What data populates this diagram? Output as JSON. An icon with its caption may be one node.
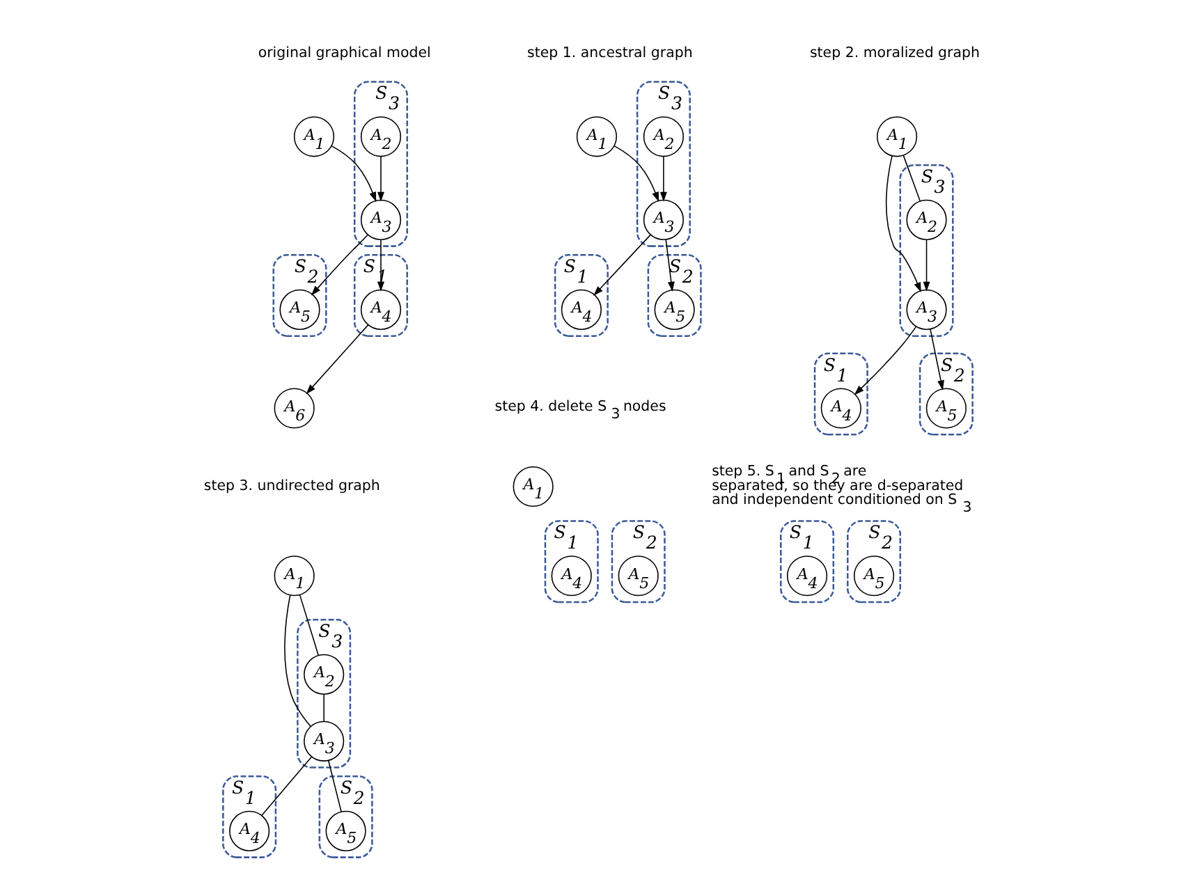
{
  "diagram": {
    "nodes": [
      {
        "text": [
          "A$_{1}$"
        ]
      },
      {
        "text": [
          "S$_{3}$"
        ]
      },
      {
        "text": [
          "A$_{2}$"
        ],
        "in": 1
      },
      {
        "text": [
          "A$_{3}$"
        ],
        "in": 1
      },
      {
        "text": [
          "S$_{1}$"
        ]
      },
      {
        "text": [
          "A$_{4}$"
        ],
        "in": 4
      },
      {
        "text": [
          "S$_{2}$"
        ]
      },
      {
        "text": [
          "A$_{5}$"
        ],
        "in": 6
      },
      {
        "text": [
          "A$_{6}$"
        ]
      },
      {
        "text": [
          "A$_{1}$"
        ]
      },
      {
        "text": [
          "S$_{3}$"
        ]
      },
      {
        "text": [
          "A$_{2}$"
        ],
        "in": 10
      },
      {
        "text": [
          "A$_{3}$"
        ],
        "in": 10
      },
      {
        "text": [
          "S$_{1}$"
        ]
      },
      {
        "text": [
          "A$_{4}$"
        ],
        "in": 13
      },
      {
        "text": [
          "S$_{2}$"
        ]
      },
      {
        "text": [
          "A$_{5}$"
        ],
        "in": 15
      },
      {
        "text": [
          "A$_{1}$"
        ]
      },
      {
        "text": [
          "S$_{3}$"
        ]
      },
      {
        "text": [
          "A$_{2}$"
        ],
        "in": 18
      },
      {
        "text": [
          "A$_{3}$"
        ],
        "in": 18
      },
      {
        "text": [
          "S$_{1}$"
        ]
      },
      {
        "text": [
          "A$_{4}$"
        ],
        "in": 21
      },
      {
        "text": [
          "S$_{2}$"
        ]
      },
      {
        "text": [
          "A$_{5}$"
        ],
        "in": 23
      },
      {
        "text": [
          "A$_{1}$"
        ]
      },
      {
        "text": [
          "S$_{3}$"
        ]
      },
      {
        "text": [
          "A$_{2}$"
        ],
        "in": 26
      },
      {
        "text": [
          "A$_{3}$"
        ],
        "in": 26
      },
      {
        "text": [
          "S$_{1}$"
        ]
      },
      {
        "text": [
          "A$_{4}$"
        ],
        "in": 29
      },
      {
        "text": [
          "S$_{2}$"
        ]
      },
      {
        "text": [
          "A$_{5}$"
        ],
        "in": 31
      },
      {
        "text": [
          "A$_{1}$"
        ]
      },
      {
        "text": [
          "S$_{1}$"
        ]
      },
      {
        "text": [
          "A$_{4}$"
        ],
        "in": 34
      },
      {
        "text": [
          "S$_{2}$"
        ]
      },
      {
        "text": [
          "A$_{5}$"
        ],
        "in": 36
      },
      {
        "text": [
          "S$_{1}$"
        ]
      },
      {
        "text": [
          "A$_{4}$"
        ],
        "in": 38
      },
      {
        "text": [
          "S$_{2}$"
        ]
      },
      {
        "text": [
          "A$_{5}$"
        ],
        "in": 40
      }
    ],
    "edges": [
      {
        "from": 0,
        "to": 3,
        "arrow": "to"
      },
      {
        "from": 2,
        "to": 3,
        "arrow": "to"
      },
      {
        "from": 3,
        "to": 5,
        "arrow": "to"
      },
      {
        "from": 3,
        "to": 7,
        "arrow": "to"
      },
      {
        "from": 5,
        "to": 8,
        "arrow": "to"
      },
      {
        "from": 9,
        "to": 12,
        "arrow": "to"
      },
      {
        "from": 11,
        "to": 12,
        "arrow": "to"
      },
      {
        "from": 12,
        "to": 14,
        "arrow": "to"
      },
      {
        "from": 12,
        "to": 16,
        "arrow": "to"
      },
      {
        "from": 17,
        "to": 19,
        "arrow": "none"
      },
      {
        "from": 17,
        "to": 20,
        "arrow": "to"
      },
      {
        "from": 19,
        "to": 20,
        "arrow": "to"
      },
      {
        "from": 20,
        "to": 22,
        "arrow": "to"
      },
      {
        "from": 20,
        "to": 24,
        "arrow": "to"
      },
      {
        "from": 25,
        "to": 27,
        "arrow": "none"
      },
      {
        "from": 25,
        "to": 28,
        "arrow": "none"
      },
      {
        "from": 27,
        "to": 28,
        "arrow": "none"
      },
      {
        "from": 28,
        "to": 30,
        "arrow": "none"
      },
      {
        "from": 28,
        "to": 32,
        "arrow": "none"
      }
    ],
    "labels": [
      "original graphical model",
      "step 1. ancestral graph",
      "step 2. moralized graph",
      "step 3. undirected graph",
      "step 4. delete S$_{3}$ nodes",
      "step 5. S$_{1}$ and S$_{2}$ are separated, so they are d-separated and independent conditioned on S$_{3}$"
    ]
  }
}
